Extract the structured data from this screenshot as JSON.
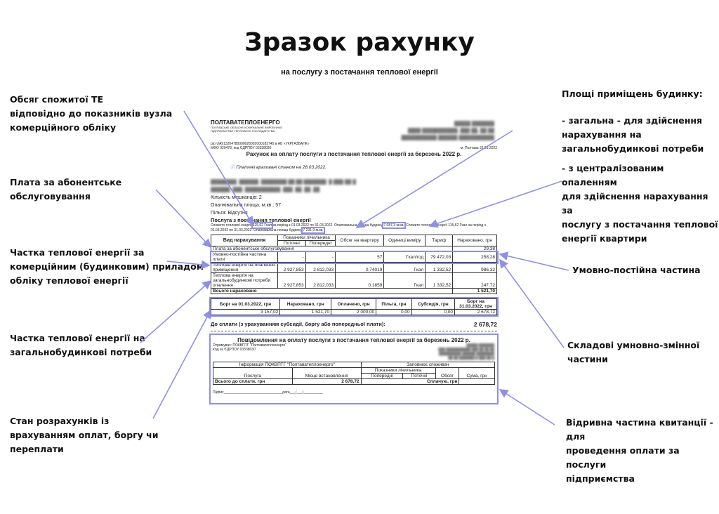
{
  "title": "Зразок рахунку",
  "subtitle": "на послугу з постачання теплової енергії",
  "annotations_left": [
    [
      "Обсяг спожитої ТЕ",
      "відповідно до показників вузла",
      "комерційного обліку"
    ],
    [
      "Плата за абонентське",
      "обслуговування"
    ],
    [
      "Частка теплової енергії за",
      "комерційним (будинковим) приладом",
      "обліку теплової енергії"
    ],
    [
      "Частка теплової енергії на",
      "загальнобудинкові потреби"
    ],
    [
      "Стан розрахунків із",
      "врахуванням оплат, боргу чи",
      "переплати"
    ]
  ],
  "annotations_right": {
    "areas_title": "Площі приміщень будинку:",
    "areas_total": [
      "- загальна - для здійснення",
      "нарахування на",
      "загальнобудинкові потреби"
    ],
    "areas_central": [
      "- з централізованим опаленням",
      "для здійснення нарахування за",
      "послугу з постачання теплової",
      "енергії квартири"
    ],
    "fixed_part": "Умовно-постійна частина",
    "variable_parts": [
      "Складові умновно-змінної",
      "частини"
    ],
    "tear_off": [
      "Відривна частина квитанції - для",
      "проведення оплати за послуги",
      "підприємства"
    ]
  },
  "bill": {
    "company": "ПОЛТАВАТЕПЛОЕНЕРГО",
    "company_sub1": "ПОЛТАВСЬКЕ ОБЛАСНЕ КОМУНАЛЬНЕ ВИРОБНИЧЕ",
    "company_sub2": "ПІДПРИЄМСТВО ТЕПЛОВОГО ГОСПОДАРСТВА",
    "account": "р/р UA913204780000026002000183745 в АБ «УКРГАЗБАНК»",
    "mfo": "МФО 320478, код ЄДРПОУ 03338030",
    "city_date": "м. Полтава 31.03.2022",
    "heading": "Рахунок на оплату послуги з постачання теплової енергії за березень 2022 р.",
    "payments_note": "Платежі враховані станом на 28.03.2022.",
    "residents": "Кількість мешканців: 2",
    "heated_area": "Опалювальна площа, м.кв.: 57",
    "benefit": "Пільга: Відсутня",
    "service_title": "Послуга з постачання теплової енергії",
    "consumed_a": "Спожито теплової енергії",
    "consumed_val": "115,62 Гкал",
    "consumed_b": "за період з 01.03.2022 по 31.03.2022. Опалювальна площа будинку",
    "area_total": "7 087,3 м.кв.",
    "consumed_c": ". Спожито теплової енергії 115,62",
    "consumed_d": "Гкал за період з 01.03.2022 по 31.03.2022. Опалювальна площа будинку",
    "area_central": "7 231,9 м.кв.",
    "table_headers": [
      "Вид нарахування",
      "Показники лічильника",
      "Поточні",
      "Попередні",
      "Обсяг на квартиру",
      "Одиниці виміру",
      "Тариф",
      "Нараховано, грн"
    ],
    "rows": [
      {
        "name": "Плата за абонентське обслуговування",
        "cur": "",
        "prev": "",
        "vol": "",
        "unit": "",
        "tariff": "",
        "sum": "29,38"
      },
      {
        "name": "Умовно-постійна частина плати",
        "cur": "-",
        "prev": "-",
        "vol": "57",
        "unit": "Гкал/год",
        "tariff": "79 472,03",
        "sum": "258,28"
      },
      {
        "name": "Теплова енергія на опалення приміщення",
        "cur": "2 927,853",
        "prev": "2 812,033",
        "vol": "0,74019",
        "unit": "Гкал",
        "tariff": "1 332,52",
        "sum": "986,32"
      },
      {
        "name": "Теплова енергія на загальнобудинкові потреби опалення",
        "cur": "2 927,853",
        "prev": "2 812,033",
        "vol": "0,1859",
        "unit": "Гкал",
        "tariff": "1 332,52",
        "sum": "247,72"
      }
    ],
    "total_label": "Всього нараховано",
    "total_value": "1 521,70",
    "balance_headers": [
      "Борг на 01.03.2022, грн",
      "Нараховано, грн",
      "Оплачено, грн",
      "Пільга, грн",
      "Субсидія, грн",
      "Борг на 31.03.2022, грн"
    ],
    "balance_values": [
      "3 157,02",
      "1 521,70",
      "2 000,00",
      "0,00",
      "0,00",
      "2 678,72"
    ],
    "to_pay_label": "До сплати (з урахуванням субсидії, боргу або попередньої плати):",
    "to_pay_value": "2 678,72"
  },
  "slip": {
    "heading": "Повідомлення на оплату послуги з постачання теплової енергії за березень 2022 р.",
    "recipient": "Отримувач: ПОКВПТГ \"Полтаватеплоенерго\"",
    "code": "Код за ЄДРПОУ 03338030",
    "info_header": "Інформація ПОКВПТГ \"Полтаватеплоенерго\"",
    "consumer_header": "Заповнює споживач",
    "service": "Послуга",
    "location": "Місце встановлення",
    "meter": "Показники лічильника",
    "prev": "Попередні",
    "cur": "Поточні",
    "volume": "Обсяг",
    "amount": "Сума, грн",
    "total_label": "Всього до сплати, грн",
    "total_value": "2 678,72",
    "paying": "Сплачую, грн",
    "signature": "Підпис______________________________дата___/___/__________"
  },
  "colors": {
    "arrow": "#8f8fe8"
  }
}
